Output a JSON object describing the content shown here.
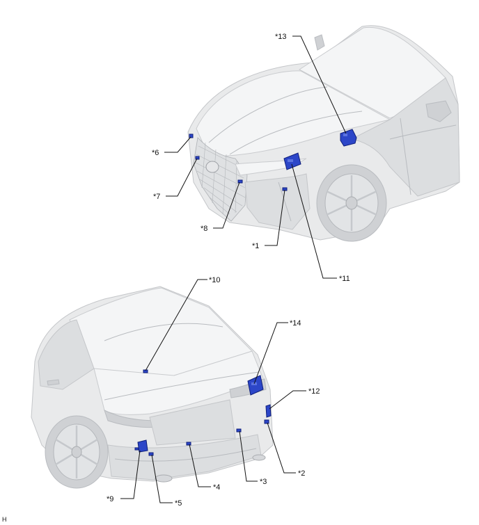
{
  "footer_code": "H",
  "colors": {
    "component": "#2c46c8",
    "component_outline": "#0f1f7a",
    "car_body": "#e9eaeb"
  },
  "callouts": [
    {
      "id": "13",
      "label": "*13"
    },
    {
      "id": "6",
      "label": "*6"
    },
    {
      "id": "7",
      "label": "*7"
    },
    {
      "id": "8",
      "label": "*8"
    },
    {
      "id": "1",
      "label": "*1"
    },
    {
      "id": "11",
      "label": "*11"
    },
    {
      "id": "10",
      "label": "*10"
    },
    {
      "id": "14",
      "label": "*14"
    },
    {
      "id": "12",
      "label": "*12"
    },
    {
      "id": "2",
      "label": "*2"
    },
    {
      "id": "3",
      "label": "*3"
    },
    {
      "id": "4",
      "label": "*4"
    },
    {
      "id": "5",
      "label": "*5"
    },
    {
      "id": "9",
      "label": "*9"
    }
  ]
}
